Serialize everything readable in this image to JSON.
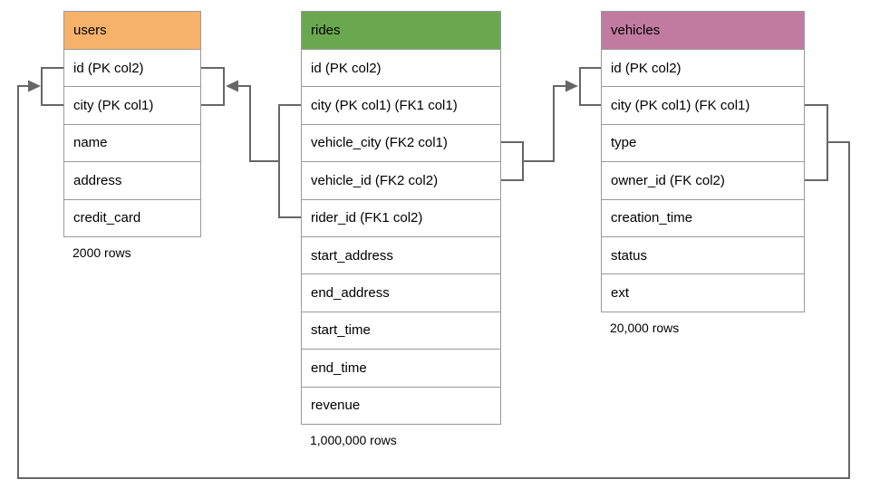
{
  "tables": [
    {
      "name": "users",
      "header_color": "#f6b26b",
      "columns": [
        "id (PK col2)",
        "city (PK col1)",
        "name",
        "address",
        "credit_card"
      ],
      "rows_caption": "2000 rows"
    },
    {
      "name": "rides",
      "header_color": "#6aa84f",
      "columns": [
        "id (PK col2)",
        "city (PK col1) (FK1 col1)",
        "vehicle_city (FK2 col1)",
        "vehicle_id (FK2 col2)",
        "rider_id (FK1 col2)",
        "start_address",
        "end_address",
        "start_time",
        "end_time",
        "revenue"
      ],
      "rows_caption": "1,000,000 rows"
    },
    {
      "name": "vehicles",
      "header_color": "#c27ba0",
      "columns": [
        "id (PK col2)",
        "city (PK col1) (FK col1)",
        "type",
        "owner_id (FK col2)",
        "creation_time",
        "status",
        "ext"
      ],
      "rows_caption": "20,000 rows"
    }
  ],
  "colors": {
    "connector": "#666666",
    "cell_border": "#999999",
    "users_header": "#f6b26b",
    "rides_header": "#6aa84f",
    "vehicles_header": "#c27ba0"
  }
}
